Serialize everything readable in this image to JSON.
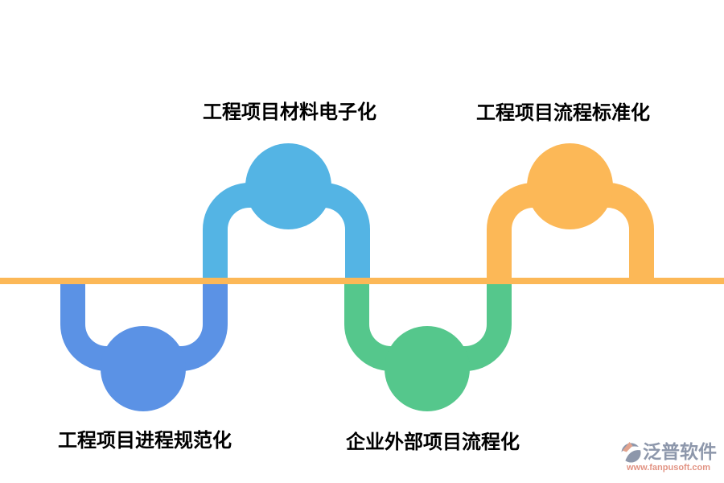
{
  "background": "#ffffff",
  "divider": {
    "color": "#fcb857"
  },
  "items": [
    {
      "id": "materials",
      "label": "工程项目材料电子化",
      "color": "#54b4e4",
      "position": "top-left"
    },
    {
      "id": "standard",
      "label": "工程项目流程标准化",
      "color": "#fcb857",
      "position": "top-right"
    },
    {
      "id": "progress",
      "label": "工程项目进程规范化",
      "color": "#5b92e5",
      "position": "bottom-left"
    },
    {
      "id": "external",
      "label": "企业外部项目流程化",
      "color": "#55c78c",
      "position": "bottom-center"
    }
  ],
  "logo": {
    "brand": "泛普软件",
    "url": "www.fanpusoft.com",
    "brand_color": "#8d97ab",
    "url_color": "#e29484",
    "accent_color": "#e2a38e"
  }
}
